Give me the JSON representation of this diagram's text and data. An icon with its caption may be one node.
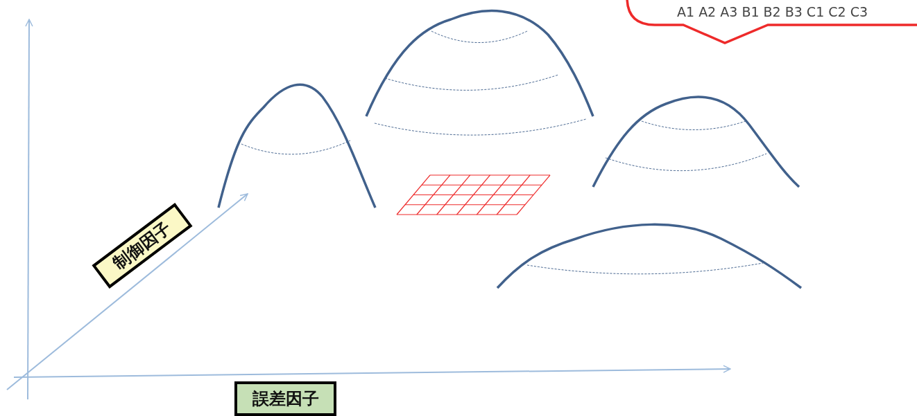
{
  "diagram": {
    "nodes": [
      {
        "text": [
          "A1 A2 A3 B1 B2 B3 C1 C2 C3"
        ]
      },
      {
        "text": [
          "制御因子"
        ]
      },
      {
        "text": [
          "誤差因子"
        ]
      }
    ]
  }
}
